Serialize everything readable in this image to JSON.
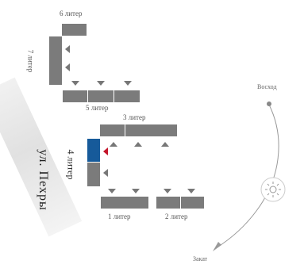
{
  "street": {
    "label": "ул. Пехры"
  },
  "buildings": {
    "b6": "6 литер",
    "b7": "7 литер",
    "b5": "5 литер",
    "b3": "3 литер",
    "b4": "4 литер",
    "b1": "1 литер",
    "b2": "2 литер"
  },
  "sun": {
    "sunrise": "Восход",
    "sunset": "Закат",
    "icon": "sun-icon"
  },
  "colors": {
    "building": "#7b7b7b",
    "selected": "#165a9a",
    "entrance": "#777777",
    "selected_entrance": "#c4142a"
  }
}
